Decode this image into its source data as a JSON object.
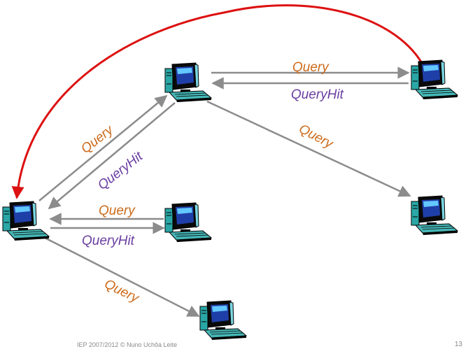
{
  "colors": {
    "query": "#cc6a1a",
    "queryhit": "#6a3da0",
    "arrow": "#8c8c8c",
    "backtrack": "#dd1111"
  },
  "icons": {
    "peer": "desktop-computer-icon"
  },
  "labels": {
    "top_query": "Query",
    "top_queryhit": "QueryHit",
    "diag_query": "Query",
    "diag_queryhit": "QueryHit",
    "mid_query": "Query",
    "mid_queryhit": "QueryHit",
    "right_query": "Query",
    "bottom_query": "Query"
  },
  "footer": {
    "text": "IEP 2007/2012 © Nuno Uchôa Leite",
    "page": "13"
  }
}
